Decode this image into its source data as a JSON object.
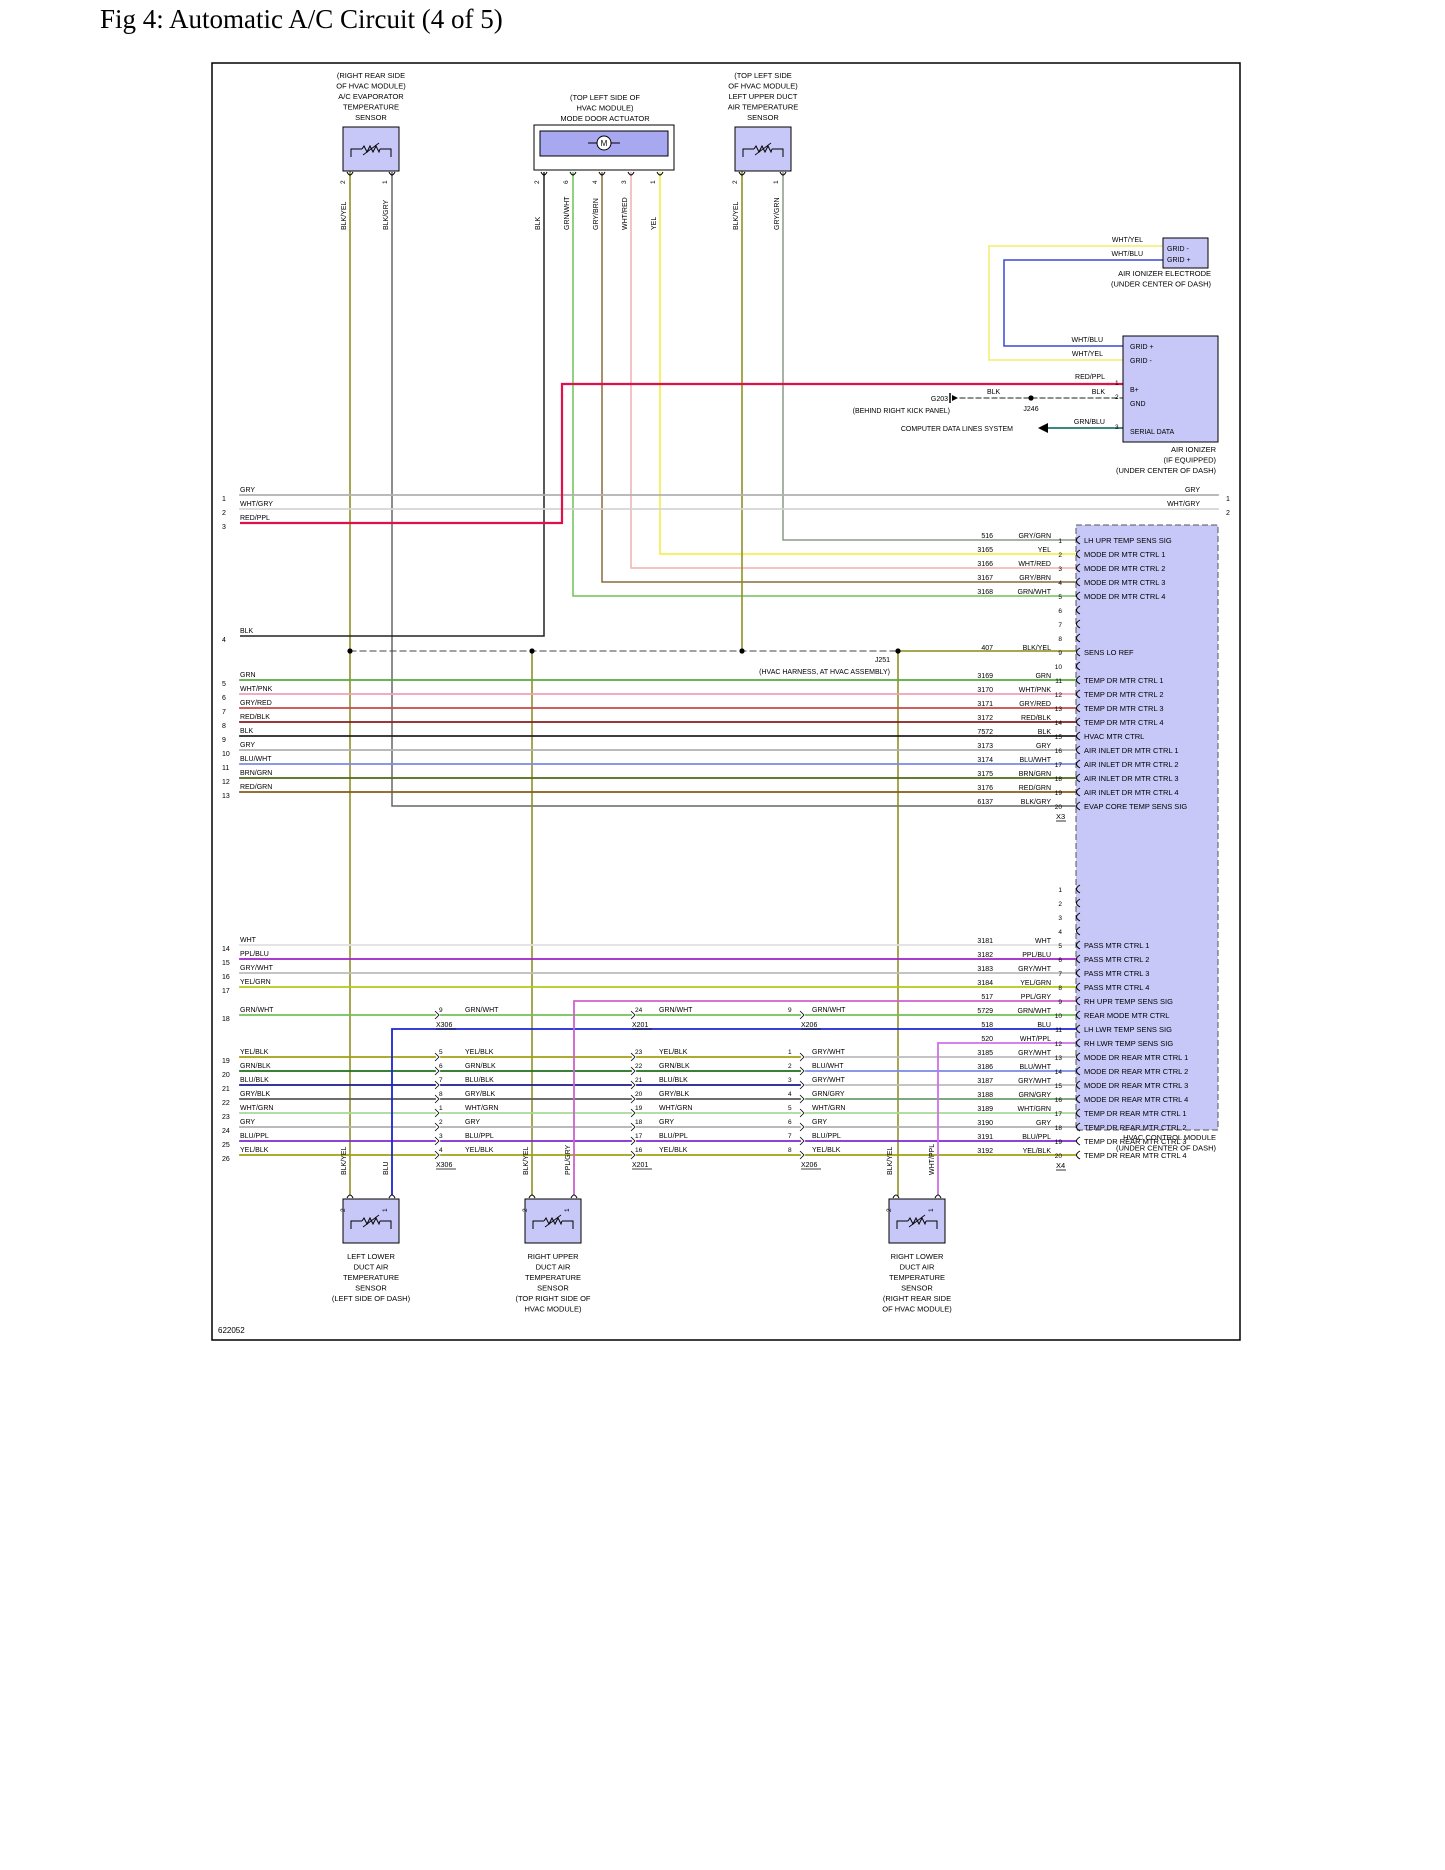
{
  "title": "Fig 4: Automatic A/C Circuit (4 of 5)",
  "figure_id": "622052",
  "wire_colors": {
    "GRY": "#b0b0b0",
    "WHT/GRY": "#d4d4d4",
    "RED/PPL": "#e0104a",
    "BLK": "#222222",
    "GRN": "#58aa3a",
    "WHT/PNK": "#f0a0b8",
    "GRY/RED": "#c84848",
    "RED/BLK": "#8a1c1c",
    "BLK/YEL": "#8a8a18",
    "BLK/GRY": "#666666",
    "BRN/GRN": "#4e6a14",
    "RED/GRN": "#8a5a14",
    "WHT": "#e0e0e0",
    "PPL/BLU": "#a020c8",
    "GRY/WHT": "#bcbcbc",
    "YEL/GRN": "#b4c818",
    "GRN/WHT": "#70c058",
    "YEL/BLK": "#a0a010",
    "GRN/BLK": "#1e6e1e",
    "BLU/BLK": "#1a1a8c",
    "GRY/BLK": "#5a5a5a",
    "WHT/GRN": "#a8d898",
    "BLU/PPL": "#7a2ad0",
    "BLU": "#1c24d6",
    "PPL/GRY": "#d060d0",
    "WHT/PPL": "#d070e8",
    "YEL": "#f2ee38",
    "WHT/YEL": "#f2ee6a",
    "WHT/BLU": "#3848d8",
    "GRY/GRN": "#8a9a8a",
    "GRN/BLU": "#1e7a6e",
    "GRY/BRN": "#8a6a3a",
    "WHT/RED": "#f0b0b0",
    "GRN/GRY": "#6e9c6e",
    "BLU/WHT": "#7a8ae8"
  },
  "components": {
    "evap_sensor": {
      "lines": [
        "(RIGHT REAR SIDE",
        "OF HVAC MODULE)",
        "A/C EVAPORATOR",
        "TEMPERATURE",
        "SENSOR"
      ],
      "pins": [
        "2",
        "1"
      ],
      "wires": [
        "BLK/YEL",
        "BLK/GRY"
      ]
    },
    "mode_actuator": {
      "lines": [
        "(TOP LEFT SIDE OF",
        "HVAC MODULE)",
        "MODE DOOR ACTUATOR"
      ],
      "symbol": "M",
      "pins": [
        "2",
        "6",
        "4",
        "3",
        "1"
      ],
      "wires": [
        "BLK",
        "GRN/WHT",
        "GRY/BRN",
        "WHT/RED",
        "YEL"
      ]
    },
    "lh_upper_duct": {
      "lines": [
        "(TOP LEFT SIDE",
        "OF HVAC MODULE)",
        "LEFT UPPER DUCT",
        "AIR TEMPERATURE",
        "SENSOR"
      ],
      "pins": [
        "2",
        "1"
      ],
      "wires": [
        "BLK/YEL",
        "GRY/GRN"
      ]
    },
    "electrode": {
      "lines": [
        "AIR IONIZER ELECTRODE",
        "(UNDER CENTER OF DASH)"
      ],
      "pin_labels": [
        "GRID -",
        "GRID +"
      ],
      "wires": [
        "WHT/YEL",
        "WHT/BLU"
      ]
    },
    "ionizer": {
      "lines": [
        "AIR IONIZER",
        "(IF EQUIPPED)",
        "(UNDER CENTER OF DASH)"
      ],
      "pin_labels": [
        "GRID +",
        "GRID -",
        "B+",
        "GND",
        "SERIAL DATA"
      ],
      "wires": [
        "WHT/BLU",
        "WHT/YEL",
        "RED/PPL",
        "BLK",
        "GRN/BLU"
      ],
      "pins": [
        "1",
        "2",
        "3"
      ],
      "ground": "G203",
      "ground_loc": "(BEHIND RIGHT KICK PANEL)",
      "ground_wire": "BLK",
      "splice": "J246",
      "data_note": "COMPUTER DATA LINES SYSTEM"
    },
    "splice_j251": {
      "name": "J251",
      "loc": "(HVAC HARNESS, AT HVAC ASSEMBLY)"
    },
    "hvac_module": {
      "lines": [
        "HVAC CONTROL MODULE",
        "(UNDER CENTER OF DASH)"
      ]
    },
    "lower_sensors": [
      {
        "lines": [
          "LEFT LOWER",
          "DUCT AIR",
          "TEMPERATURE",
          "SENSOR",
          "(LEFT SIDE OF DASH)"
        ],
        "pins": [
          "2",
          "1"
        ],
        "wires": [
          "BLK/YEL",
          "BLU"
        ]
      },
      {
        "lines": [
          "RIGHT UPPER",
          "DUCT AIR",
          "TEMPERATURE",
          "SENSOR",
          "(TOP RIGHT SIDE OF",
          "HVAC MODULE)"
        ],
        "pins": [
          "2",
          "1"
        ],
        "wires": [
          "BLK/YEL",
          "PPL/GRY"
        ]
      },
      {
        "lines": [
          "RIGHT LOWER",
          "DUCT AIR",
          "TEMPERATURE",
          "SENSOR",
          "(RIGHT REAR SIDE",
          "OF HVAC MODULE)"
        ],
        "pins": [
          "2",
          "1"
        ],
        "wires": [
          "BLK/YEL",
          "WHT/PPL"
        ]
      }
    ]
  },
  "left_pass": [
    {
      "n": "1",
      "wire": "GRY",
      "right_label": "GRY",
      "right_n": "1"
    },
    {
      "n": "2",
      "wire": "WHT/GRY",
      "right_label": "WHT/GRY",
      "right_n": "2"
    },
    {
      "n": "3",
      "wire": "RED/PPL"
    },
    {
      "n": "4",
      "wire": "BLK"
    }
  ],
  "hvac_x3": {
    "label": "X3",
    "pins": [
      {
        "pin": "1",
        "circuit": "516",
        "wire": "GRY/GRN",
        "sig": "LH UPR TEMP SENS SIG"
      },
      {
        "pin": "2",
        "circuit": "3165",
        "wire": "YEL",
        "sig": "MODE DR MTR CTRL 1"
      },
      {
        "pin": "3",
        "circuit": "3166",
        "wire": "WHT/RED",
        "sig": "MODE DR MTR CTRL 2"
      },
      {
        "pin": "4",
        "circuit": "3167",
        "wire": "GRY/BRN",
        "sig": "MODE DR MTR CTRL 3"
      },
      {
        "pin": "5",
        "circuit": "3168",
        "wire": "GRN/WHT",
        "sig": "MODE DR MTR CTRL 4"
      },
      {
        "pin": "6"
      },
      {
        "pin": "7"
      },
      {
        "pin": "8"
      },
      {
        "pin": "9",
        "circuit": "407",
        "wire": "BLK/YEL",
        "sig": "SENS LO REF"
      },
      {
        "pin": "10"
      },
      {
        "pin": "11",
        "circuit": "3169",
        "wire": "GRN",
        "sig": "TEMP DR MTR CTRL 1",
        "left_n": "5"
      },
      {
        "pin": "12",
        "circuit": "3170",
        "wire": "WHT/PNK",
        "sig": "TEMP DR MTR CTRL 2",
        "left_n": "6"
      },
      {
        "pin": "13",
        "circuit": "3171",
        "wire": "GRY/RED",
        "sig": "TEMP DR MTR CTRL 3",
        "left_n": "7"
      },
      {
        "pin": "14",
        "circuit": "3172",
        "wire": "RED/BLK",
        "sig": "TEMP DR MTR CTRL 4",
        "left_n": "8"
      },
      {
        "pin": "15",
        "circuit": "7572",
        "wire": "BLK",
        "sig": "HVAC MTR CTRL",
        "left_n": "9"
      },
      {
        "pin": "16",
        "circuit": "3173",
        "wire": "GRY",
        "sig": "AIR INLET DR MTR CTRL 1",
        "left_n": "10"
      },
      {
        "pin": "17",
        "circuit": "3174",
        "wire": "BLU/WHT",
        "sig": "AIR INLET DR MTR CTRL 2",
        "left_n": "11"
      },
      {
        "pin": "18",
        "circuit": "3175",
        "wire": "BRN/GRN",
        "sig": "AIR INLET DR MTR CTRL 3",
        "left_n": "12"
      },
      {
        "pin": "19",
        "circuit": "3176",
        "wire": "RED/GRN",
        "sig": "AIR INLET DR MTR CTRL 4",
        "left_n": "13"
      },
      {
        "pin": "20",
        "circuit": "6137",
        "wire": "BLK/GRY",
        "sig": "EVAP CORE TEMP SENS SIG"
      }
    ]
  },
  "hvac_x4": {
    "label": "X4",
    "pins": [
      {
        "pin": "1"
      },
      {
        "pin": "2"
      },
      {
        "pin": "3"
      },
      {
        "pin": "4"
      },
      {
        "pin": "5",
        "circuit": "3181",
        "wire": "WHT",
        "sig": "PASS MTR CTRL 1",
        "left_n": "14"
      },
      {
        "pin": "6",
        "circuit": "3182",
        "wire": "PPL/BLU",
        "sig": "PASS MTR CTRL 2",
        "left_n": "15"
      },
      {
        "pin": "7",
        "circuit": "3183",
        "wire": "GRY/WHT",
        "sig": "PASS MTR CTRL 3",
        "left_n": "16"
      },
      {
        "pin": "8",
        "circuit": "3184",
        "wire": "YEL/GRN",
        "sig": "PASS MTR CTRL 4",
        "left_n": "17"
      },
      {
        "pin": "9",
        "circuit": "517",
        "wire": "PPL/GRY",
        "sig": "RH UPR TEMP SENS SIG"
      },
      {
        "pin": "10",
        "circuit": "5729",
        "wire": "GRN/WHT",
        "sig": "REAR MODE MTR CTRL",
        "left_n": "18",
        "x306": "9",
        "x201": "24",
        "x206": "9",
        "mid_wire": "GRN/WHT",
        "right_wire": "GRN/WHT"
      },
      {
        "pin": "11",
        "circuit": "518",
        "wire": "BLU",
        "sig": "LH LWR TEMP SENS SIG"
      },
      {
        "pin": "12",
        "circuit": "520",
        "wire": "WHT/PPL",
        "sig": "RH LWR TEMP SENS SIG"
      },
      {
        "pin": "13",
        "circuit": "3185",
        "wire": "GRY/WHT",
        "sig": "MODE DR REAR MTR CTRL 1",
        "left_n": "19",
        "left_wire": "YEL/BLK",
        "x306": "5",
        "x201": "23",
        "x206": "1",
        "mid_wire": "YEL/BLK",
        "right_wire": "GRY/WHT"
      },
      {
        "pin": "14",
        "circuit": "3186",
        "wire": "BLU/WHT",
        "sig": "MODE DR REAR MTR CTRL 2",
        "left_n": "20",
        "left_wire": "GRN/BLK",
        "x306": "6",
        "x201": "22",
        "x206": "2",
        "mid_wire": "GRN/BLK",
        "right_wire": "BLU/WHT"
      },
      {
        "pin": "15",
        "circuit": "3187",
        "wire": "GRY/WHT",
        "sig": "MODE DR REAR MTR CTRL 3",
        "left_n": "21",
        "left_wire": "BLU/BLK",
        "x306": "7",
        "x201": "21",
        "x206": "3",
        "mid_wire": "BLU/BLK",
        "right_wire": "GRY/WHT"
      },
      {
        "pin": "16",
        "circuit": "3188",
        "wire": "GRN/GRY",
        "sig": "MODE DR REAR MTR CTRL 4",
        "left_n": "22",
        "left_wire": "GRY/BLK",
        "x306": "8",
        "x201": "20",
        "x206": "4",
        "mid_wire": "GRY/BLK",
        "right_wire": "GRN/GRY"
      },
      {
        "pin": "17",
        "circuit": "3189",
        "wire": "WHT/GRN",
        "sig": "TEMP DR REAR MTR CTRL 1",
        "left_n": "23",
        "left_wire": "WHT/GRN",
        "x306": "1",
        "x201": "19",
        "x206": "5",
        "mid_wire": "WHT/GRN",
        "right_wire": "WHT/GRN"
      },
      {
        "pin": "18",
        "circuit": "3190",
        "wire": "GRY",
        "sig": "TEMP DR REAR MTR CTRL 2",
        "left_n": "24",
        "left_wire": "GRY",
        "x306": "2",
        "x201": "18",
        "x206": "6",
        "mid_wire": "GRY",
        "right_wire": "GRY"
      },
      {
        "pin": "19",
        "circuit": "3191",
        "wire": "BLU/PPL",
        "sig": "TEMP DR REAR MTR CTRL 3",
        "left_n": "25",
        "left_wire": "BLU/PPL",
        "x306": "3",
        "x201": "17",
        "x206": "7",
        "mid_wire": "BLU/PPL",
        "right_wire": "BLU/PPL"
      },
      {
        "pin": "20",
        "circuit": "3192",
        "wire": "YEL/BLK",
        "sig": "TEMP DR REAR MTR CTRL 4",
        "left_n": "26",
        "left_wire": "YEL/BLK",
        "x306": "4",
        "x201": "16",
        "x206": "8",
        "mid_wire": "YEL/BLK",
        "right_wire": "YEL/BLK"
      }
    ]
  },
  "inline_connectors": [
    "X306",
    "X201",
    "X206"
  ]
}
